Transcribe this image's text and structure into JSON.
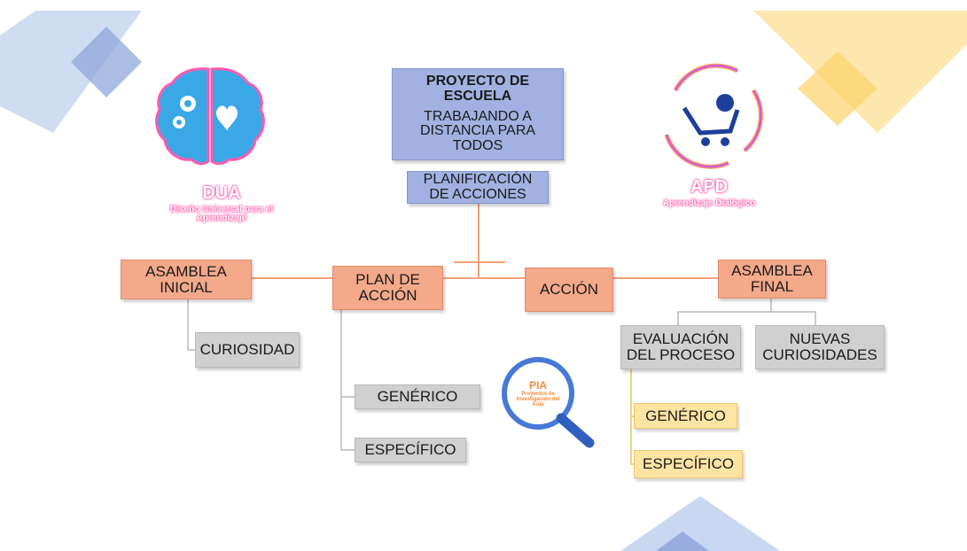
{
  "project": {
    "title": "PROYECTO DE ESCUELA",
    "subtitle": "TRABAJANDO A DISTANCIA PARA TODOS"
  },
  "planning": "PLANIFICACIÓN DE ACCIONES",
  "row1": {
    "asamblea_inicial": "ASAMBLEA INICIAL",
    "plan_accion": "PLAN DE ACCIÓN",
    "accion": "ACCIÓN",
    "asamblea_final": "ASAMBLEA FINAL"
  },
  "curiosidad": "CURIOSIDAD",
  "plan_children": {
    "generico": "GENÉRICO",
    "especifico": "ESPECÍFICO"
  },
  "final_children": {
    "evaluacion": "EVALUACIÓN DEL PROCESO",
    "nuevas": "NUEVAS CURIOSIDADES"
  },
  "eval_children": {
    "generico": "GENÉRICO",
    "especifico": "ESPECÍFICO"
  },
  "dua": {
    "acronym": "DUA",
    "full": "Diseño Universal para el Aprendizaje"
  },
  "apd": {
    "acronym": "APD",
    "full": "Aprendizaje Dialógico"
  },
  "pia": {
    "acronym": "PIA",
    "full": "Proyectos de Investigación del Aula"
  },
  "colors": {
    "salmon": "#f3a98a",
    "grey": "#d0d0d0",
    "yellow": "#fde4a2",
    "blue": "#a2b1e2",
    "connector": "#f2a27a",
    "pink_glow": "#ff4fa8"
  },
  "icons": [
    "brain-icon",
    "cycle-cart-icon",
    "magnifier-icon"
  ]
}
